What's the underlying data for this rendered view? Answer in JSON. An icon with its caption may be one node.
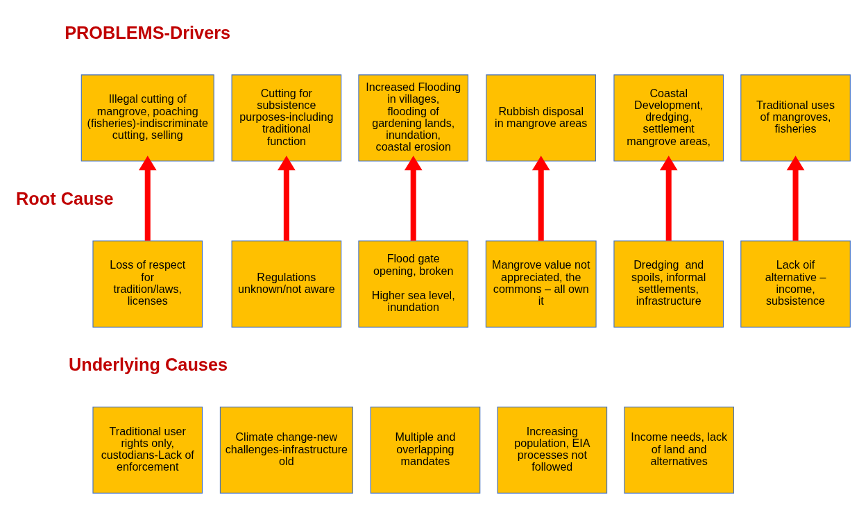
{
  "diagram": {
    "nodes": [
      {
        "text": [
          "Illegal cutting of mangrove, poaching (fisheries)-indiscriminate cutting, selling"
        ]
      },
      {
        "text": [
          "Cutting for subsistence purposes-including traditional function"
        ]
      },
      {
        "text": [
          "Increased Flooding in villages, flooding of gardening lands, inundation, coastal erosion"
        ]
      },
      {
        "text": [
          "Rubbish disposal in mangrove areas"
        ]
      },
      {
        "text": [
          "Coastal Development, dredging, settlement mangrove areas,"
        ]
      },
      {
        "text": [
          "Traditional uses of mangroves, fisheries"
        ]
      },
      {
        "text": [
          "Loss of respect for tradition/laws, licenses"
        ]
      },
      {
        "text": [
          "Regulations unknown/not aware"
        ]
      },
      {
        "text": [
          "Flood gate opening, broken",
          "Higher sea level, inundation"
        ]
      },
      {
        "text": [
          "Mangrove value not appreciated, the commons – all own it"
        ]
      },
      {
        "text": [
          "Dredging  and spoils, informal settlements, infrastructure"
        ]
      },
      {
        "text": [
          "Lack oif alternative – income, subsistence"
        ]
      },
      {
        "text": [
          "Traditional user rights only, custodians-Lack of enforcement"
        ]
      },
      {
        "text": [
          "Climate change-new challenges-infrastructure old"
        ]
      },
      {
        "text": [
          "Multiple and overlapping mandates"
        ]
      },
      {
        "text": [
          "Increasing population, EIA processes not followed"
        ]
      },
      {
        "text": [
          "Income needs, lack of land and alternatives"
        ]
      }
    ],
    "edges": [
      {
        "from": 6,
        "to": 0,
        "arrow": "to"
      },
      {
        "from": 7,
        "to": 1,
        "arrow": "to"
      },
      {
        "from": 8,
        "to": 2,
        "arrow": "to"
      },
      {
        "from": 9,
        "to": 3,
        "arrow": "to"
      },
      {
        "from": 10,
        "to": 4,
        "arrow": "to"
      },
      {
        "from": 11,
        "to": 5,
        "arrow": "to"
      }
    ],
    "labels": [
      "PROBLEMS-Drivers",
      "Root Cause",
      "Underlying Causes"
    ]
  }
}
